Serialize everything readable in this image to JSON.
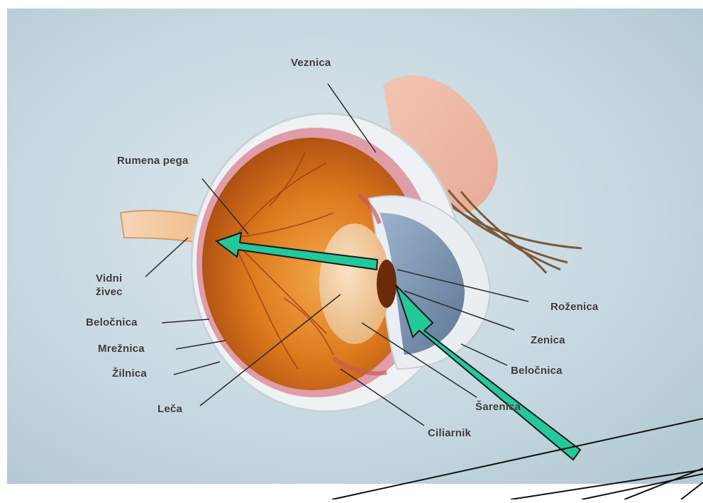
{
  "diagram": {
    "labels": {
      "veznica": "Veznica",
      "rumena_pega": "Rumena pega",
      "vidni_zivec": "Vidni\nživec",
      "beloenica_left": "Beločnica",
      "mreznica": "Mrežnica",
      "zilnica": "Žilnica",
      "leca": "Leča",
      "rozenica": "Roženica",
      "zenica": "Zenica",
      "beloenica_right": "Beločnica",
      "sarenica": "Šarenica",
      "ciliarnik": "Ciliarnik"
    },
    "colors": {
      "background": "#bfd3db",
      "retina": "#d9761f",
      "arrow": "#22c99a",
      "iris": "#7a93b3"
    }
  }
}
